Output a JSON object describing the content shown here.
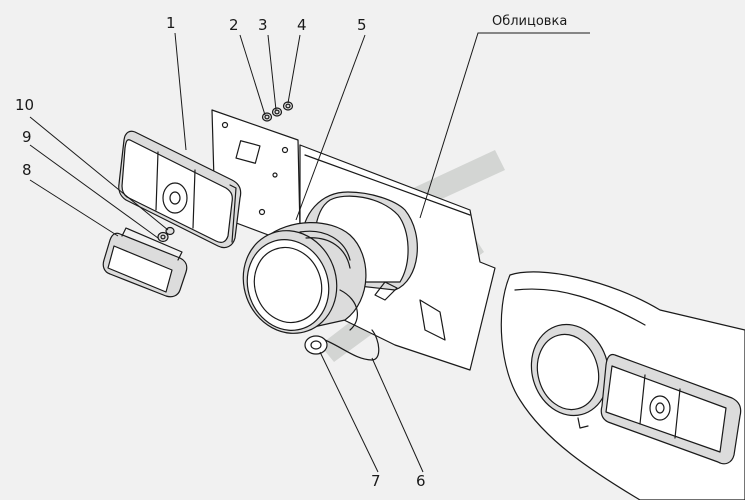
{
  "callouts": {
    "c1": "1",
    "c2": "2",
    "c3": "3",
    "c4": "4",
    "c5": "5",
    "c6": "6",
    "c7": "7",
    "c8": "8",
    "c9": "9",
    "c10": "10"
  },
  "facing_label": "Облицовка",
  "colors": {
    "line": "#1a1a1a",
    "background": "#f1f1f1",
    "watermark": "#c9ccc9"
  }
}
